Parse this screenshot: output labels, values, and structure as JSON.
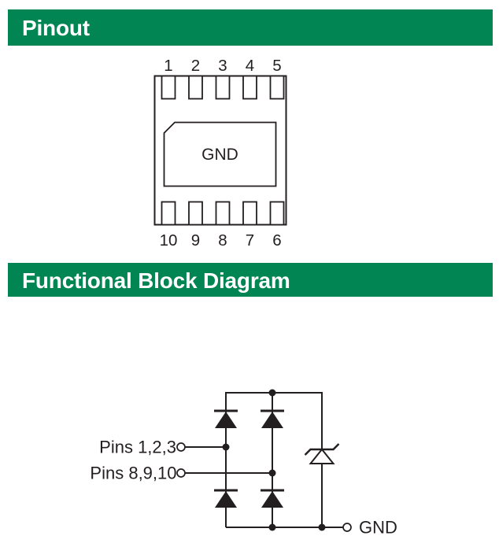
{
  "theme": {
    "header_bg": "#008553",
    "header_text": "#ffffff",
    "line_color": "#231f20",
    "page_bg": "#ffffff"
  },
  "sections": {
    "pinout": {
      "title": "Pinout"
    },
    "block_diagram": {
      "title": "Functional Block Diagram"
    }
  },
  "pinout": {
    "top_pin_numbers": [
      "1",
      "2",
      "3",
      "4",
      "5"
    ],
    "bottom_pin_numbers": [
      "10",
      "9",
      "8",
      "7",
      "6"
    ],
    "thermal_pad_label": "GND"
  },
  "block_diagram": {
    "input_label_top": "Pins 1,2,3",
    "input_label_bottom": "Pins 8,9,10",
    "ground_label": "GND",
    "components": {
      "upper_left": "diode",
      "upper_middle": "diode",
      "lower_left": "diode",
      "lower_middle": "diode",
      "right": "zener-diode"
    }
  }
}
